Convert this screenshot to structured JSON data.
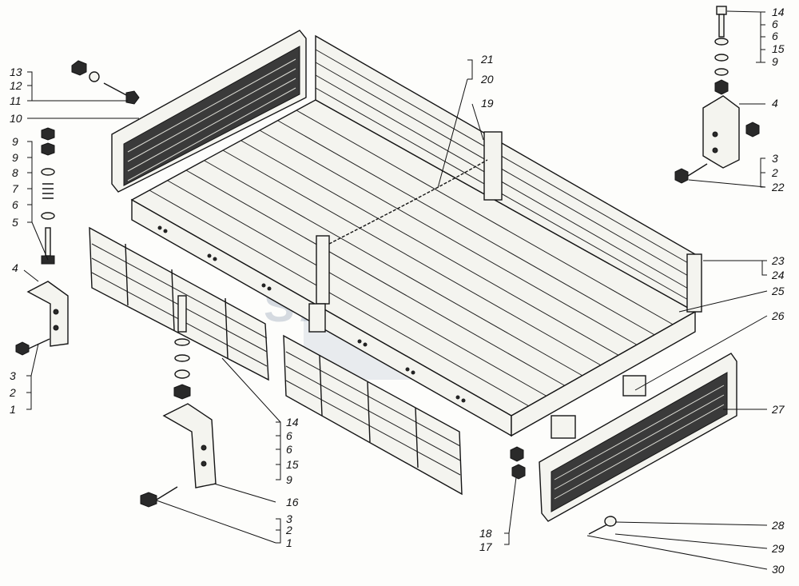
{
  "watermark": "SANTAI",
  "callouts": {
    "c1_13": "13",
    "c1_12": "12",
    "c1_11": "11",
    "c1_10": "10",
    "c2_9a": "9",
    "c2_9b": "9",
    "c2_8": "8",
    "c2_7": "7",
    "c2_6": "6",
    "c2_5": "5",
    "c2_4": "4",
    "c3_3": "3",
    "c3_2": "2",
    "c3_1": "1",
    "c4_14": "14",
    "c4_6a": "6",
    "c4_6b": "6",
    "c4_15": "15",
    "c4_9": "9",
    "c4_16": "16",
    "c5_3": "3",
    "c5_2": "2",
    "c5_1": "1",
    "c6_21": "21",
    "c6_20": "20",
    "c6_19": "19",
    "c7_18": "18",
    "c7_17": "17",
    "c8_14": "14",
    "c8_6a": "6",
    "c8_6b": "6",
    "c8_15": "15",
    "c8_9": "9",
    "c8_4": "4",
    "c9_3": "3",
    "c9_2": "2",
    "c9_22": "22",
    "c10_23": "23",
    "c10_24": "24",
    "c10_25": "25",
    "c10_26": "26",
    "c10_27": "27",
    "c11_28": "28",
    "c11_29": "29",
    "c11_30": "30"
  },
  "icons": {
    "front_board": "front-board-icon",
    "platform": "cargo-platform-icon",
    "left_side_board": "left-side-board-icon",
    "right_side_board": "right-side-board-icon",
    "tail_board": "tail-board-icon",
    "bracket": "mounting-bracket-icon",
    "bolt": "bolt-icon",
    "nut": "nut-icon",
    "washer": "washer-icon",
    "spring": "spring-icon",
    "chain": "chain-icon"
  }
}
